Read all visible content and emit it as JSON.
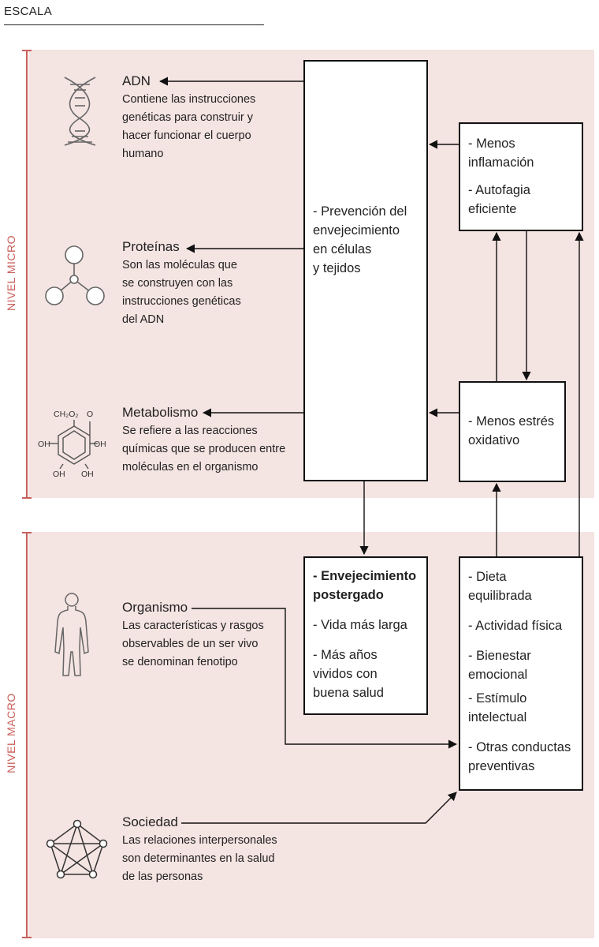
{
  "scale_label": "ESCALA",
  "levels": {
    "micro": "NIVEL MICRO",
    "macro": "NIVEL MACRO"
  },
  "items": {
    "adn": {
      "title": "ADN",
      "desc": [
        "Contiene las instrucciones",
        "genéticas para construir y",
        "hacer funcionar el cuerpo",
        "humano"
      ]
    },
    "proteinas": {
      "title": "Proteínas",
      "desc": [
        "Son las moléculas que",
        "se construyen con las",
        "instrucciones genéticas",
        "del ADN"
      ]
    },
    "metabolismo": {
      "title": "Metabolismo",
      "desc": [
        "Se refiere a las reacciones",
        "químicas que se producen entre",
        "moléculas en el organismo"
      ]
    },
    "organismo": {
      "title": "Organismo",
      "desc": [
        "Las características y rasgos",
        "observables de un ser vivo",
        "se denominan fenotipo"
      ]
    },
    "sociedad": {
      "title": "Sociedad",
      "desc": [
        "Las relaciones interpersonales",
        "son determinantes en la salud",
        "de las personas"
      ]
    }
  },
  "molecule_labels": {
    "ch2o2": "CH₂O₂",
    "o": "O",
    "oh": "OH"
  },
  "boxes": {
    "prevencion": [
      "- Prevención del",
      "envejecimiento",
      "en células",
      "y tejidos"
    ],
    "inflamacion": [
      "- Menos",
      "inflamación",
      "- Autofagia",
      "eficiente"
    ],
    "estres": [
      "- Menos estrés",
      "oxidativo"
    ],
    "envejecimiento": [
      "- Envejecimiento",
      "postergado",
      "- Vida más larga",
      "- Más años",
      "vividos con",
      "buena salud"
    ],
    "conductas": [
      "- Dieta",
      "equilibrada",
      "- Actividad física",
      "- Bienestar",
      "emocional",
      "- Estímulo",
      "intelectual",
      "- Otras conductas",
      "preventivas"
    ]
  },
  "colors": {
    "band": "#f4e4e2",
    "accent": "#c9605b",
    "line": "#111111"
  },
  "icons": [
    "dna-icon",
    "protein-molecule-icon",
    "glucose-molecule-icon",
    "human-body-icon",
    "social-network-icon"
  ]
}
